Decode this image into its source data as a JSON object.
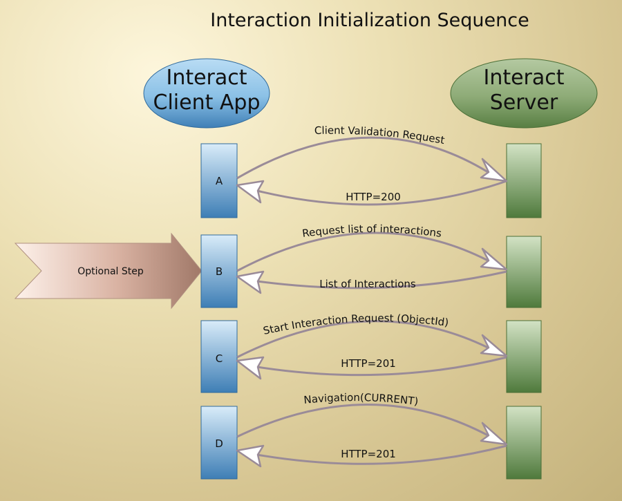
{
  "title": "Interaction Initialization Sequence",
  "actors": {
    "client": {
      "line1": "Interact",
      "line2": "Client App",
      "color": "#6fa9d6"
    },
    "server": {
      "line1": "Interact",
      "line2": "Server",
      "color": "#7f9f66"
    }
  },
  "optional": {
    "label": "Optional Step",
    "target_step": "B"
  },
  "steps": [
    {
      "label": "A",
      "request": "Client Validation Request",
      "response": "HTTP=200"
    },
    {
      "label": "B",
      "request": "Request list of interactions",
      "response": "List of Interactions"
    },
    {
      "label": "C",
      "request": "Start Interaction Request (ObjectId)",
      "response": "HTTP=201"
    },
    {
      "label": "D",
      "request": "Navigation(CURRENT)",
      "response": "HTTP=201"
    }
  ]
}
